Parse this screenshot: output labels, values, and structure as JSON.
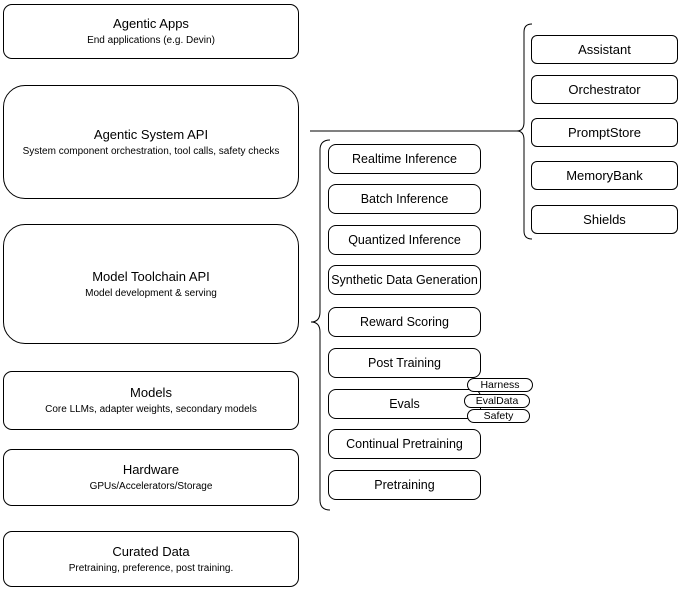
{
  "diagram": {
    "colors": {
      "border": "#000000",
      "background": "#ffffff",
      "text": "#000000"
    },
    "left_column": [
      {
        "title": "Agentic Apps",
        "subtitle": "End applications (e.g. Devin)"
      },
      {
        "title": "Agentic System API",
        "subtitle": "System component orchestration, tool calls, safety checks"
      },
      {
        "title": "Model Toolchain API",
        "subtitle": "Model development & serving"
      },
      {
        "title": "Models",
        "subtitle": "Core LLMs, adapter weights, secondary models"
      },
      {
        "title": "Hardware",
        "subtitle": "GPUs/Accelerators/Storage"
      },
      {
        "title": "Curated Data",
        "subtitle": "Pretraining, preference, post training."
      }
    ],
    "toolchain_items": [
      "Realtime Inference",
      "Batch Inference",
      "Quantized Inference",
      "Synthetic Data Generation",
      "Reward Scoring",
      "Post Training",
      "Evals",
      "Continual Pretraining",
      "Pretraining"
    ],
    "evals_tags": [
      "Harness",
      "EvalData",
      "Safety"
    ],
    "system_components": [
      "Assistant",
      "Orchestrator",
      "PromptStore",
      "MemoryBank",
      "Shields"
    ]
  }
}
